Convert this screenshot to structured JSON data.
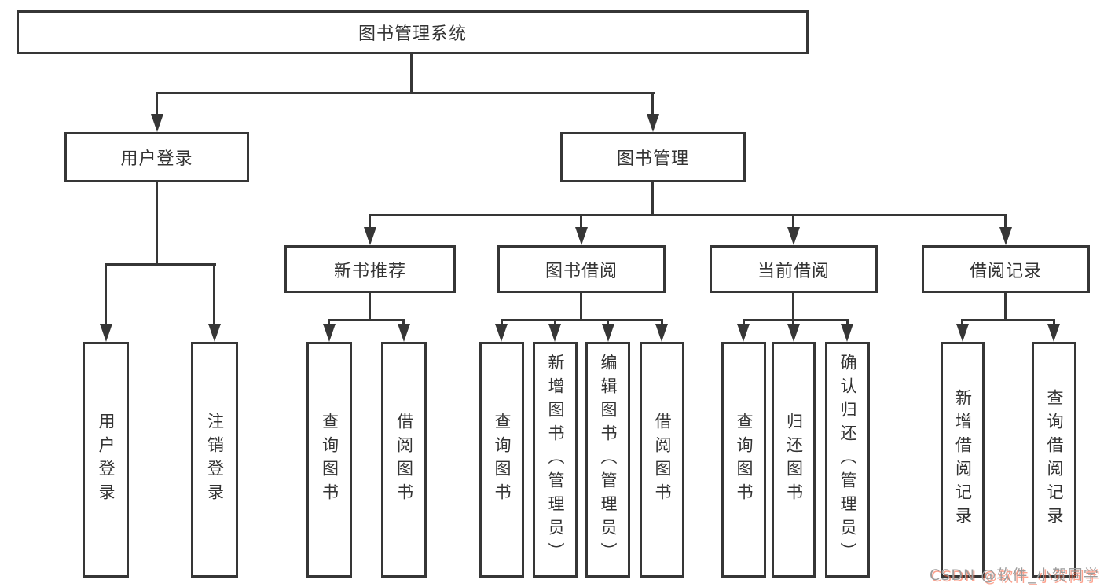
{
  "tree": {
    "root": {
      "label": "图书管理系统",
      "children": [
        {
          "label": "用户登录",
          "children": [
            {
              "label": "用户登录"
            },
            {
              "label": "注销登录"
            }
          ]
        },
        {
          "label": "图书管理",
          "children": [
            {
              "label": "新书推荐",
              "children": [
                {
                  "label": "查询图书"
                },
                {
                  "label": "借阅图书"
                }
              ]
            },
            {
              "label": "图书借阅",
              "children": [
                {
                  "label": "查询图书"
                },
                {
                  "label": "新增图书（管理员）"
                },
                {
                  "label": "编辑图书（管理员）"
                },
                {
                  "label": "借阅图书"
                }
              ]
            },
            {
              "label": "当前借阅",
              "children": [
                {
                  "label": "查询图书"
                },
                {
                  "label": "归还图书"
                },
                {
                  "label": "确认归还（管理员）"
                }
              ]
            },
            {
              "label": "借阅记录",
              "children": [
                {
                  "label": "新增借阅记录"
                },
                {
                  "label": "查询借阅记录"
                }
              ]
            }
          ]
        }
      ]
    }
  },
  "watermark": {
    "text": "CSDN @软件_小贺同学"
  },
  "colors": {
    "line": "#363636",
    "text": "#333333",
    "background": "#ffffff",
    "watermark_gray": "#9c9c9c",
    "watermark_red": "#fc5531"
  }
}
